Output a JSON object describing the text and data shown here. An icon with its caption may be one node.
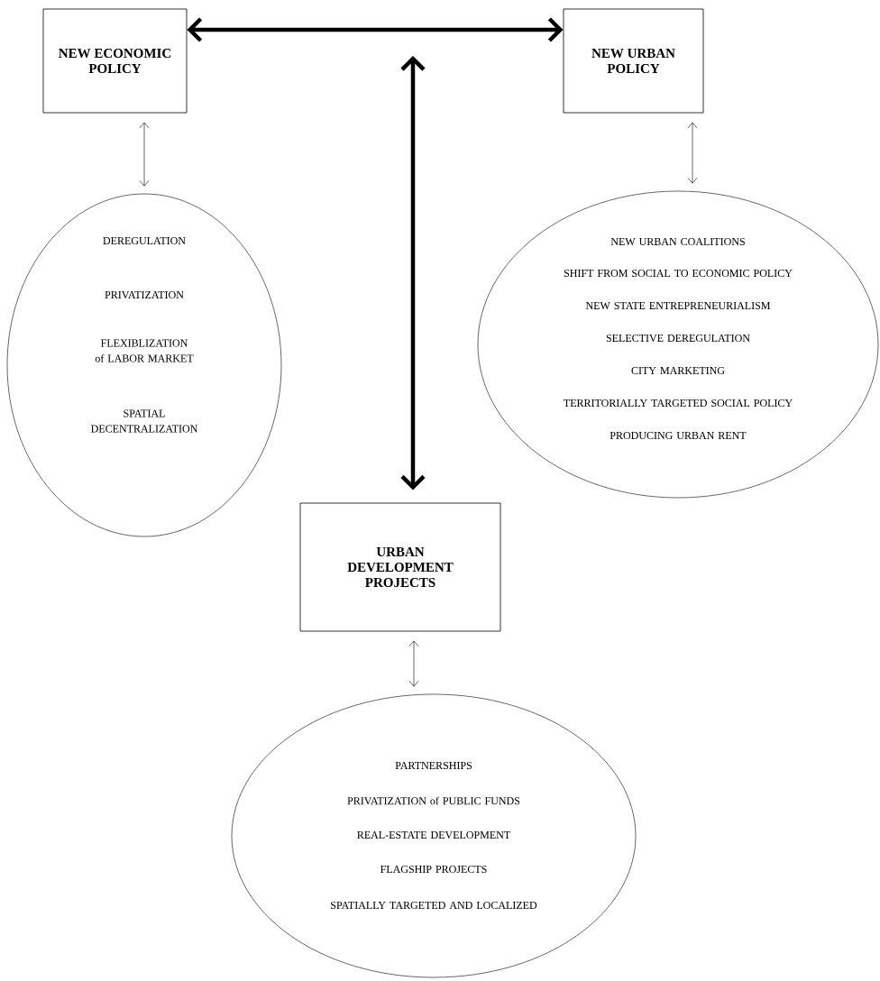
{
  "diagram": {
    "nodes": [
      {
        "text": [
          "NEW ECONOMIC POLICY"
        ]
      },
      {
        "text": [
          "NEW URBAN POLICY"
        ]
      },
      {
        "text": [
          "DEREGULATION",
          "PRIVATIZATION",
          "FLEXIBLIZATION of LABOR MARKET",
          "SPATIAL DECENTRALIZATION"
        ]
      },
      {
        "text": [
          "NEW URBAN COALITIONS",
          "SHIFT FROM SOCIAL TO ECONOMIC POLICY",
          "NEW STATE ENTREPRENEURIALISM",
          "SELECTIVE DEREGULATION",
          "CITY MARKETING",
          "TERRITORIALLY TARGETED SOCIAL POLICY",
          "PRODUCING URBAN RENT"
        ]
      },
      {
        "text": [
          "URBAN DEVELOPMENT PROJECTS"
        ]
      },
      {
        "text": [
          "PARTNERSHIPS",
          "PRIVATIZATION of PUBLIC FUNDS",
          "REAL-ESTATE DEVELOPMENT",
          "FLAGSHIP PROJECTS",
          "SPATIALLY TARGETED AND LOCALIZED"
        ]
      }
    ],
    "edges": [
      {
        "from": 0,
        "to": 1,
        "arrow": "both",
        "style": "thick"
      },
      {
        "from": null,
        "to": 4,
        "arrow": "both",
        "style": "thick"
      },
      {
        "from": 0,
        "to": 2,
        "arrow": "both"
      },
      {
        "from": 1,
        "to": 3,
        "arrow": "both"
      },
      {
        "from": 4,
        "to": 5,
        "arrow": "both"
      }
    ]
  }
}
